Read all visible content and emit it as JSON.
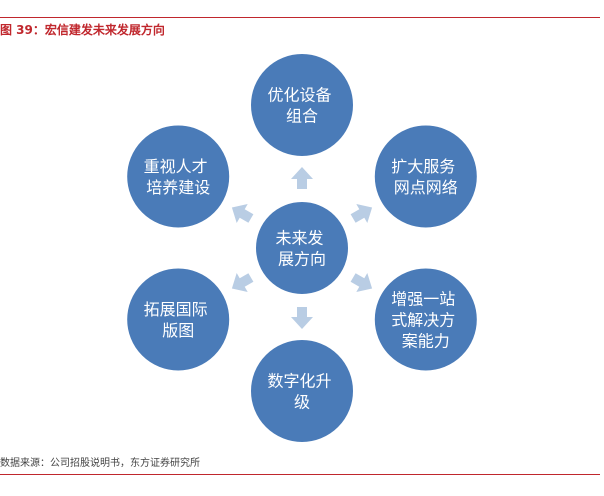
{
  "figure": {
    "title": "图 39：宏信建发未来发展方向"
  },
  "diagram": {
    "center": {
      "lines": [
        "未来发",
        "展方向"
      ]
    },
    "nodes": [
      {
        "key": "top",
        "lines": [
          "优化设备",
          "组合"
        ]
      },
      {
        "key": "upper-right",
        "lines": [
          "扩大服务",
          "网点网络"
        ]
      },
      {
        "key": "lower-right",
        "lines": [
          "增强一站",
          "式解决方",
          "案能力"
        ]
      },
      {
        "key": "bottom",
        "lines": [
          "数字化升",
          "级"
        ]
      },
      {
        "key": "lower-left",
        "lines": [
          "拓展国际",
          "版图"
        ]
      },
      {
        "key": "upper-left",
        "lines": [
          "重视人才",
          "培养建设"
        ]
      }
    ],
    "colors": {
      "node_fill": "#4a7bb8",
      "node_stroke": "#ffffff",
      "arrow_fill": "#b9cde4"
    }
  },
  "source": {
    "text": "数据来源：公司招股说明书，东方证券研究所"
  }
}
